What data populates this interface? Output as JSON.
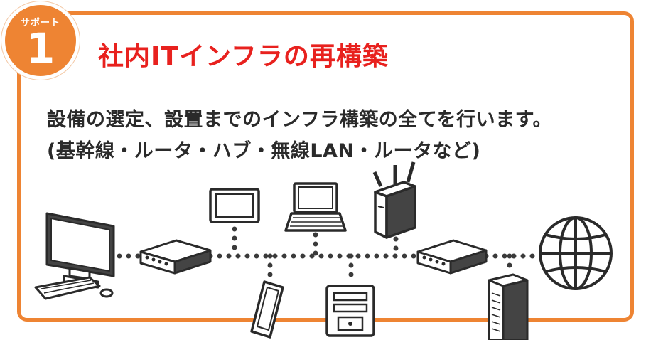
{
  "badge": {
    "label": "サポート",
    "number": "1"
  },
  "title": "社内ITインフラの再構築",
  "description": {
    "line1": "設備の選定、設置までのインフラ構築の全てを行います。",
    "line2": "(基幹線・ルータ・ハブ・無線LAN・ルータなど)"
  },
  "colors": {
    "accent": "#ee8433",
    "title": "#e8211e",
    "ink": "#2a2a2a"
  },
  "icons": [
    "desktop-computer-icon",
    "switching-hub-icon",
    "tablet-icon",
    "laptop-icon",
    "wireless-router-icon",
    "router-icon",
    "globe-internet-icon",
    "smartphone-icon",
    "desktop-tower-icon",
    "server-rack-icon"
  ]
}
